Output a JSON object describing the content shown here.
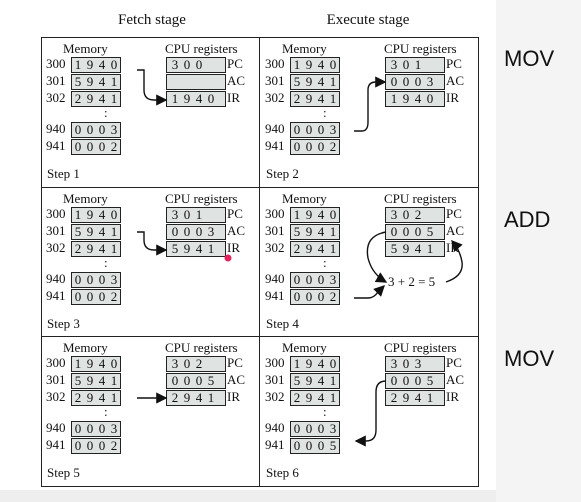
{
  "stages": {
    "fetch": "Fetch stage",
    "execute": "Execute stage"
  },
  "ops": [
    "MOV",
    "ADD",
    "MOV"
  ],
  "labels": {
    "memory": "Memory",
    "cpu_registers": "CPU registers",
    "pc": "PC",
    "ac": "AC",
    "ir": "IR",
    "ellipsis": ":"
  },
  "addresses": [
    "300",
    "301",
    "302",
    "940",
    "941"
  ],
  "panels": [
    {
      "step": "Step 1",
      "mem": [
        [
          "1",
          "9",
          "4",
          "0"
        ],
        [
          "5",
          "9",
          "4",
          "1"
        ],
        [
          "2",
          "9",
          "4",
          "1"
        ],
        [
          "0",
          "0",
          "0",
          "3"
        ],
        [
          "0",
          "0",
          "0",
          "2"
        ]
      ],
      "pc": [
        "3",
        "0",
        "0"
      ],
      "ac": [],
      "ir": [
        "1",
        "9",
        "4",
        "0"
      ]
    },
    {
      "step": "Step 2",
      "mem": [
        [
          "1",
          "9",
          "4",
          "0"
        ],
        [
          "5",
          "9",
          "4",
          "1"
        ],
        [
          "2",
          "9",
          "4",
          "1"
        ],
        [
          "0",
          "0",
          "0",
          "3"
        ],
        [
          "0",
          "0",
          "0",
          "2"
        ]
      ],
      "pc": [
        "3",
        "0",
        "1"
      ],
      "ac": [
        "0",
        "0",
        "0",
        "3"
      ],
      "ir": [
        "1",
        "9",
        "4",
        "0"
      ]
    },
    {
      "step": "Step 3",
      "mem": [
        [
          "1",
          "9",
          "4",
          "0"
        ],
        [
          "5",
          "9",
          "4",
          "1"
        ],
        [
          "2",
          "9",
          "4",
          "1"
        ],
        [
          "0",
          "0",
          "0",
          "3"
        ],
        [
          "0",
          "0",
          "0",
          "2"
        ]
      ],
      "pc": [
        "3",
        "0",
        "1"
      ],
      "ac": [
        "0",
        "0",
        "0",
        "3"
      ],
      "ir": [
        "5",
        "9",
        "4",
        "1"
      ]
    },
    {
      "step": "Step 4",
      "mem": [
        [
          "1",
          "9",
          "4",
          "0"
        ],
        [
          "5",
          "9",
          "4",
          "1"
        ],
        [
          "2",
          "9",
          "4",
          "1"
        ],
        [
          "0",
          "0",
          "0",
          "3"
        ],
        [
          "0",
          "0",
          "0",
          "2"
        ]
      ],
      "pc": [
        "3",
        "0",
        "2"
      ],
      "ac": [
        "0",
        "0",
        "0",
        "5"
      ],
      "ir": [
        "5",
        "9",
        "4",
        "1"
      ],
      "note": "3 + 2 = 5"
    },
    {
      "step": "Step 5",
      "mem": [
        [
          "1",
          "9",
          "4",
          "0"
        ],
        [
          "5",
          "9",
          "4",
          "1"
        ],
        [
          "2",
          "9",
          "4",
          "1"
        ],
        [
          "0",
          "0",
          "0",
          "3"
        ],
        [
          "0",
          "0",
          "0",
          "2"
        ]
      ],
      "pc": [
        "3",
        "0",
        "2"
      ],
      "ac": [
        "0",
        "0",
        "0",
        "5"
      ],
      "ir": [
        "2",
        "9",
        "4",
        "1"
      ]
    },
    {
      "step": "Step 6",
      "mem": [
        [
          "1",
          "9",
          "4",
          "0"
        ],
        [
          "5",
          "9",
          "4",
          "1"
        ],
        [
          "2",
          "9",
          "4",
          "1"
        ],
        [
          "0",
          "0",
          "0",
          "3"
        ],
        [
          "0",
          "0",
          "0",
          "5"
        ]
      ],
      "pc": [
        "3",
        "0",
        "3"
      ],
      "ac": [
        "0",
        "0",
        "0",
        "5"
      ],
      "ir": [
        "2",
        "9",
        "4",
        "1"
      ]
    }
  ],
  "colors": {
    "cell_fill": "#dfe4e2",
    "pointer_dot": "#e0245e"
  }
}
